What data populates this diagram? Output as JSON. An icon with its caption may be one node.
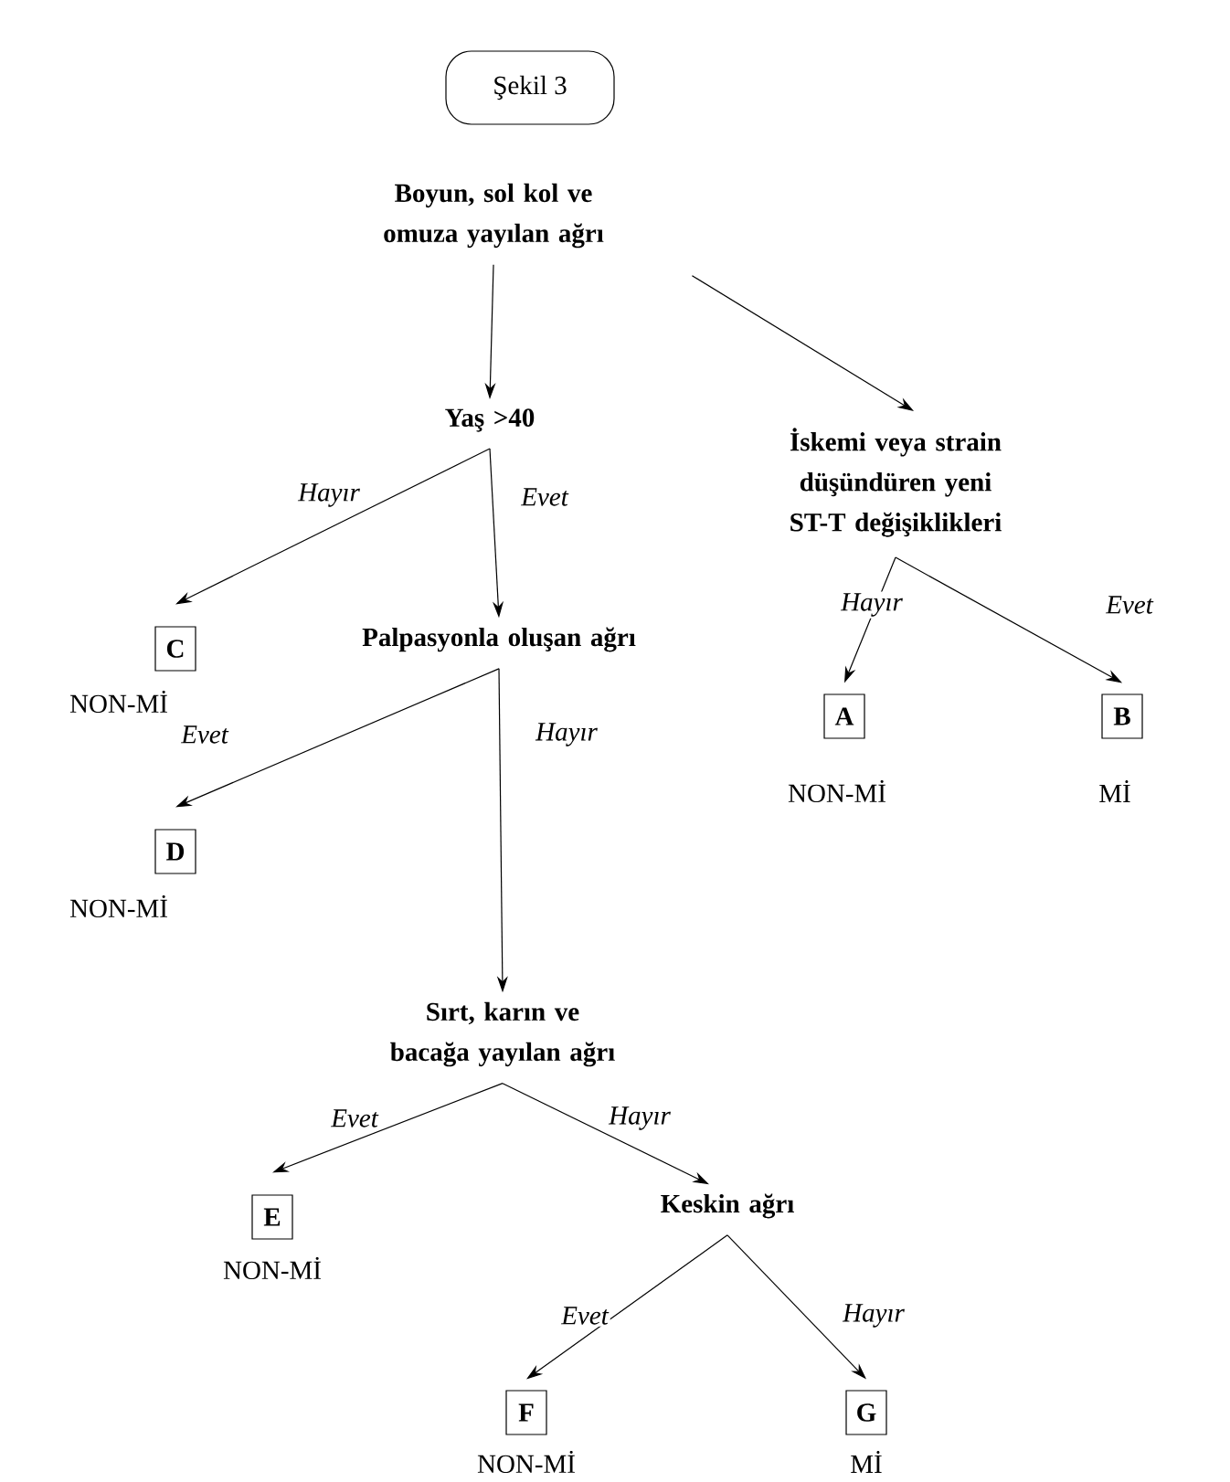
{
  "diagram": {
    "nodes": [
      {
        "text": [
          "Şekil 3"
        ]
      },
      {
        "text": [
          "Boyun, sol kol ve omuza yayılan ağrı"
        ]
      },
      {
        "text": [
          "Yaş >40"
        ]
      },
      {
        "text": [
          "İskemi veya strain düşündüren yeni ST-T değişiklikleri"
        ]
      },
      {
        "text": [
          "C"
        ],
        "beside": [
          "NON-Mİ"
        ]
      },
      {
        "text": [
          "Palpasyonla oluşan ağrı"
        ]
      },
      {
        "text": [
          "A"
        ],
        "beside": [
          "NON-Mİ"
        ]
      },
      {
        "text": [
          "B"
        ],
        "beside": [
          "Mİ"
        ]
      },
      {
        "text": [
          "D"
        ],
        "beside": [
          "NON-Mİ"
        ]
      },
      {
        "text": [
          "Sırt, karın ve bacağa yayılan ağrı"
        ]
      },
      {
        "text": [
          "E"
        ],
        "beside": [
          "NON-Mİ"
        ]
      },
      {
        "text": [
          "Keskin ağrı"
        ]
      },
      {
        "text": [
          "F"
        ],
        "beside": [
          "NON-Mİ"
        ]
      },
      {
        "text": [
          "G"
        ],
        "beside": [
          "Mİ"
        ]
      }
    ],
    "edges": [
      {
        "from": 1,
        "to": 2,
        "arrow": "to"
      },
      {
        "from": 1,
        "to": 3,
        "arrow": "to"
      },
      {
        "from": 2,
        "to": 4,
        "arrow": "to",
        "label": "Hayır"
      },
      {
        "from": 2,
        "to": 5,
        "arrow": "to",
        "label": "Evet"
      },
      {
        "from": 3,
        "to": 6,
        "arrow": "to",
        "label": "Hayır"
      },
      {
        "from": 3,
        "to": 7,
        "arrow": "to",
        "label": "Evet"
      },
      {
        "from": 5,
        "to": 8,
        "arrow": "to",
        "label": "Evet"
      },
      {
        "from": 5,
        "to": 9,
        "arrow": "to",
        "label": "Hayır"
      },
      {
        "from": 9,
        "to": 10,
        "arrow": "to",
        "label": "Evet"
      },
      {
        "from": 9,
        "to": 11,
        "arrow": "to",
        "label": "Hayır"
      },
      {
        "from": 11,
        "to": 12,
        "arrow": "to",
        "label": "Evet"
      },
      {
        "from": 11,
        "to": 13,
        "arrow": "to",
        "label": "Hayır"
      }
    ]
  }
}
